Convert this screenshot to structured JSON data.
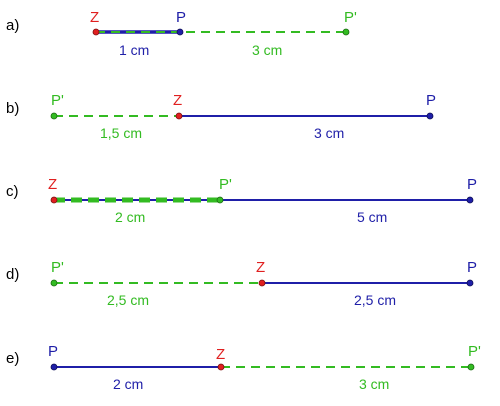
{
  "colors": {
    "solid": "#1f1fa8",
    "dashed": "#33bb22",
    "center": "#e02020",
    "point_p": "#1f1fa8",
    "point_pp": "#33bb22"
  },
  "rows": [
    {
      "label": "a)",
      "points": {
        "Z": "Z",
        "P": "P",
        "P_prime": "P'"
      },
      "solid_length": "1 cm",
      "dashed_length": "3 cm"
    },
    {
      "label": "b)",
      "points": {
        "Z": "Z",
        "P": "P",
        "P_prime": "P'"
      },
      "solid_length": "3 cm",
      "dashed_length": "1,5 cm"
    },
    {
      "label": "c)",
      "points": {
        "Z": "Z",
        "P": "P",
        "P_prime": "P'"
      },
      "solid_length": "5 cm",
      "dashed_length": "2 cm"
    },
    {
      "label": "d)",
      "points": {
        "Z": "Z",
        "P": "P",
        "P_prime": "P'"
      },
      "solid_length": "2,5 cm",
      "dashed_length": "2,5 cm"
    },
    {
      "label": "e)",
      "points": {
        "Z": "Z",
        "P": "P",
        "P_prime": "P'"
      },
      "solid_length": "2 cm",
      "dashed_length": "3 cm"
    }
  ]
}
